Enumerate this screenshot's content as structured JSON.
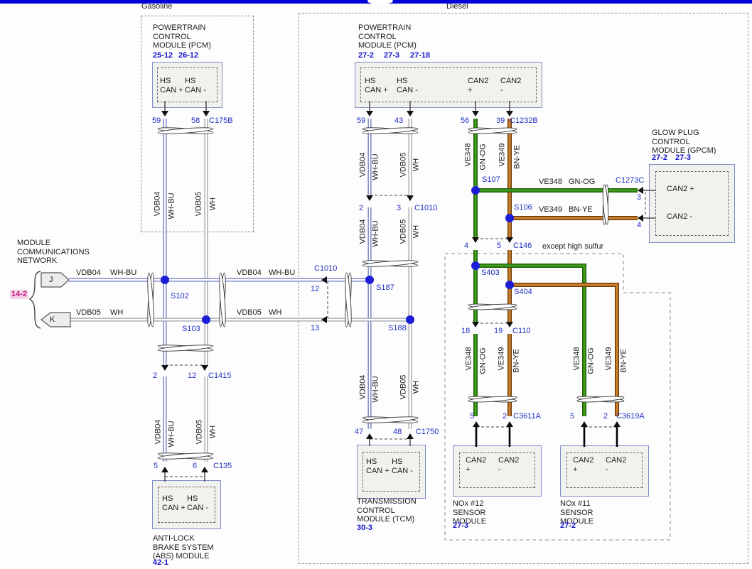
{
  "sections": {
    "gasoline": "Gasoline",
    "diesel": "Diesel"
  },
  "network": {
    "title": "MODULE\nCOMMUNICATIONS\nNETWORK",
    "page_ref": "14-2",
    "plug_j": "J",
    "plug_k": "K"
  },
  "wires": {
    "vdb04": {
      "circuit": "VDB04",
      "color_code": "WH-BU"
    },
    "vdb05": {
      "circuit": "VDB05",
      "color_code": "WH"
    },
    "ve348": {
      "circuit": "VE348",
      "color_code": "GN-OG"
    },
    "ve349": {
      "circuit": "VE349",
      "color_code": "BN-YE"
    }
  },
  "modules": {
    "pcm_gasoline": {
      "title": "POWERTRAIN\nCONTROL\nMODULE (PCM)",
      "refs": [
        "25-12",
        "26-12"
      ],
      "terminals": [
        "HS\nCAN +",
        "HS\nCAN -"
      ]
    },
    "pcm_diesel": {
      "title": "POWERTRAIN\nCONTROL\nMODULE (PCM)",
      "refs": [
        "27-2",
        "27-3",
        "27-18"
      ],
      "terminals": [
        "HS\nCAN +",
        "HS\nCAN -",
        "CAN2\n+",
        "CAN2\n-"
      ]
    },
    "gpcm": {
      "title": "GLOW PLUG\nCONTROL\nMODULE (GPCM)",
      "refs": [
        "27-2",
        "27-3"
      ],
      "terminals": [
        "CAN2 +",
        "CAN2 -"
      ]
    },
    "tcm": {
      "title": "TRANSMISSION\nCONTROL\nMODULE (TCM)",
      "refs": [
        "30-3"
      ],
      "terminals": [
        "HS\nCAN +",
        "HS\nCAN -"
      ]
    },
    "abs": {
      "title": "ANTI-LOCK\nBRAKE SYSTEM\n(ABS) MODULE",
      "refs": [
        "42-1"
      ],
      "terminals": [
        "HS\nCAN +",
        "HS\nCAN -"
      ]
    },
    "nox12": {
      "title": "NOx #12\nSENSOR\nMODULE",
      "refs": [
        "27-3"
      ],
      "terminals": [
        "CAN2\n+",
        "CAN2\n-"
      ]
    },
    "nox11": {
      "title": "NOx #11\nSENSOR\nMODULE",
      "refs": [
        "27-2"
      ],
      "terminals": [
        "CAN2\n+",
        "CAN2\n-"
      ]
    }
  },
  "connectors": {
    "c175b": {
      "name": "C175B",
      "pins": [
        "59",
        "58"
      ]
    },
    "c1232b": {
      "name": "C1232B",
      "pins": [
        "59",
        "43",
        "56",
        "39"
      ]
    },
    "c1010_main": {
      "name": "C1010",
      "pins": [
        "12",
        "13"
      ]
    },
    "c1010_branch": {
      "name": "C1010",
      "pins": [
        "2",
        "3"
      ]
    },
    "c1415": {
      "name": "C1415",
      "pins": [
        "2",
        "12"
      ]
    },
    "c135": {
      "name": "C135",
      "pins": [
        "5",
        "6"
      ]
    },
    "c1750": {
      "name": "C1750",
      "pins": [
        "47",
        "48"
      ]
    },
    "c1273c": {
      "name": "C1273C",
      "pins": [
        "3",
        "4"
      ]
    },
    "c146": {
      "name": "C146",
      "pins": [
        "4",
        "5"
      ]
    },
    "c110": {
      "name": "C110",
      "pins": [
        "18",
        "19"
      ]
    },
    "c3611a": {
      "name": "C3611A",
      "pins": [
        "5",
        "2"
      ]
    },
    "c3619a": {
      "name": "C3619A",
      "pins": [
        "5",
        "2"
      ]
    }
  },
  "splices": {
    "s102": "S102",
    "s103": "S103",
    "s187": "S187",
    "s188": "S188",
    "s107": "S107",
    "s106": "S106",
    "s403": "S403",
    "s404": "S404"
  },
  "notes": {
    "except_high_sulfur": "except high sulfur"
  },
  "colors": {
    "header_bar": "#0202d8",
    "label_blue": "#2030c0",
    "ref_blue": "#1414cc",
    "ref_magenta": "#c2187c",
    "wire_green": "#3fa11c",
    "wire_brown": "#cd8430",
    "wire_blue_stripe": "#6774bf",
    "wire_gray_stripe": "#9aa0a8",
    "splice_blue": "#1d1dd8"
  }
}
